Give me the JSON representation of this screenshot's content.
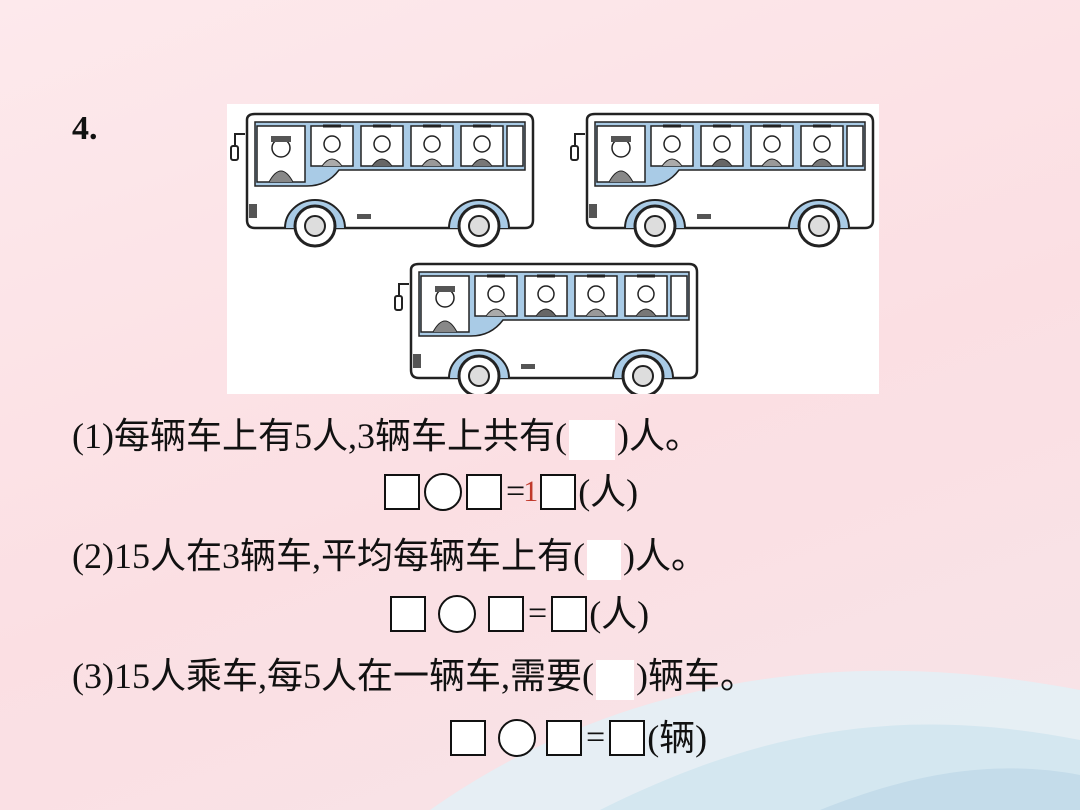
{
  "question_number": "4.",
  "questions": [
    {
      "text_before": "(1)每辆车上有5人,3辆车上共有(",
      "text_after": ")人。",
      "unit": "(人)"
    },
    {
      "text_before": "(2)15人在3辆车,平均每辆车上有(",
      "text_after": ")人。",
      "unit": "(人)"
    },
    {
      "text_before": "(3)15人乘车,每5人在一辆车,需要(",
      "text_after": ")辆车。",
      "unit": "(辆)"
    }
  ],
  "equals_sign": "=",
  "bus_count": 3,
  "colors": {
    "bus_trim": "#a9cbe6",
    "background": "#fde9ec",
    "wave": "#d8e9f2"
  }
}
